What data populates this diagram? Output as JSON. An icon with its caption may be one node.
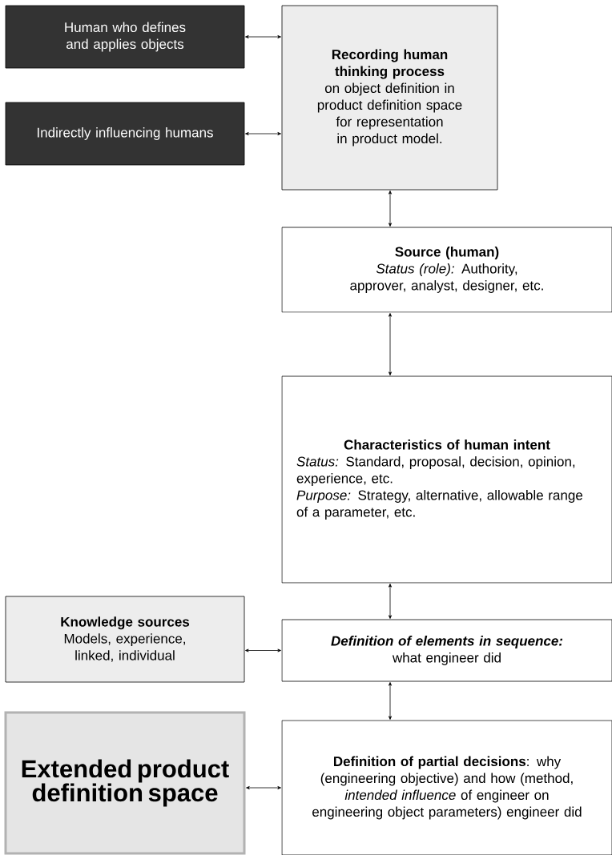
{
  "diagram": {
    "nodes": [
      {
        "text": [
          "Human who defines and applies objects"
        ]
      },
      {
        "text": [
          "Indirectly influencing humans"
        ]
      },
      {
        "text": [
          "Recording human thinking process",
          "on object definition in product definition space",
          "for representation in product model."
        ]
      },
      {
        "text": [
          "Source (human)",
          "*Status (role):* Authority, approver, analyst, designer, etc."
        ]
      },
      {
        "text": [
          "Characteristics of human intent",
          "*Status:* Standard, proposal, decision, opinion, experience, etc.",
          "*Purpose:* Strategy, alternative, allowable range of a parameter, etc."
        ]
      },
      {
        "text": [
          "Knowledge sources",
          "Models, experience, linked, individual"
        ]
      },
      {
        "text": [
          "Definition of elements in sequence:",
          "what engineer did"
        ]
      },
      {
        "text": [
          "Extended product definition space"
        ]
      },
      {
        "text": [
          "**Definition of partial decisions**: why (engineering objective) and how (method, *intended influence* of engineer on engineering object parameters) engineer did"
        ]
      }
    ],
    "edges": [
      {
        "from": 0,
        "to": 2,
        "arrow": "both"
      },
      {
        "from": 1,
        "to": 2,
        "arrow": "both"
      },
      {
        "from": 2,
        "to": 3,
        "arrow": "both"
      },
      {
        "from": 3,
        "to": 4,
        "arrow": "both"
      },
      {
        "from": 4,
        "to": 6,
        "arrow": "both"
      },
      {
        "from": 5,
        "to": 6,
        "arrow": "both"
      },
      {
        "from": 6,
        "to": 8,
        "arrow": "both"
      },
      {
        "from": 7,
        "to": 8,
        "arrow": "both"
      }
    ]
  }
}
